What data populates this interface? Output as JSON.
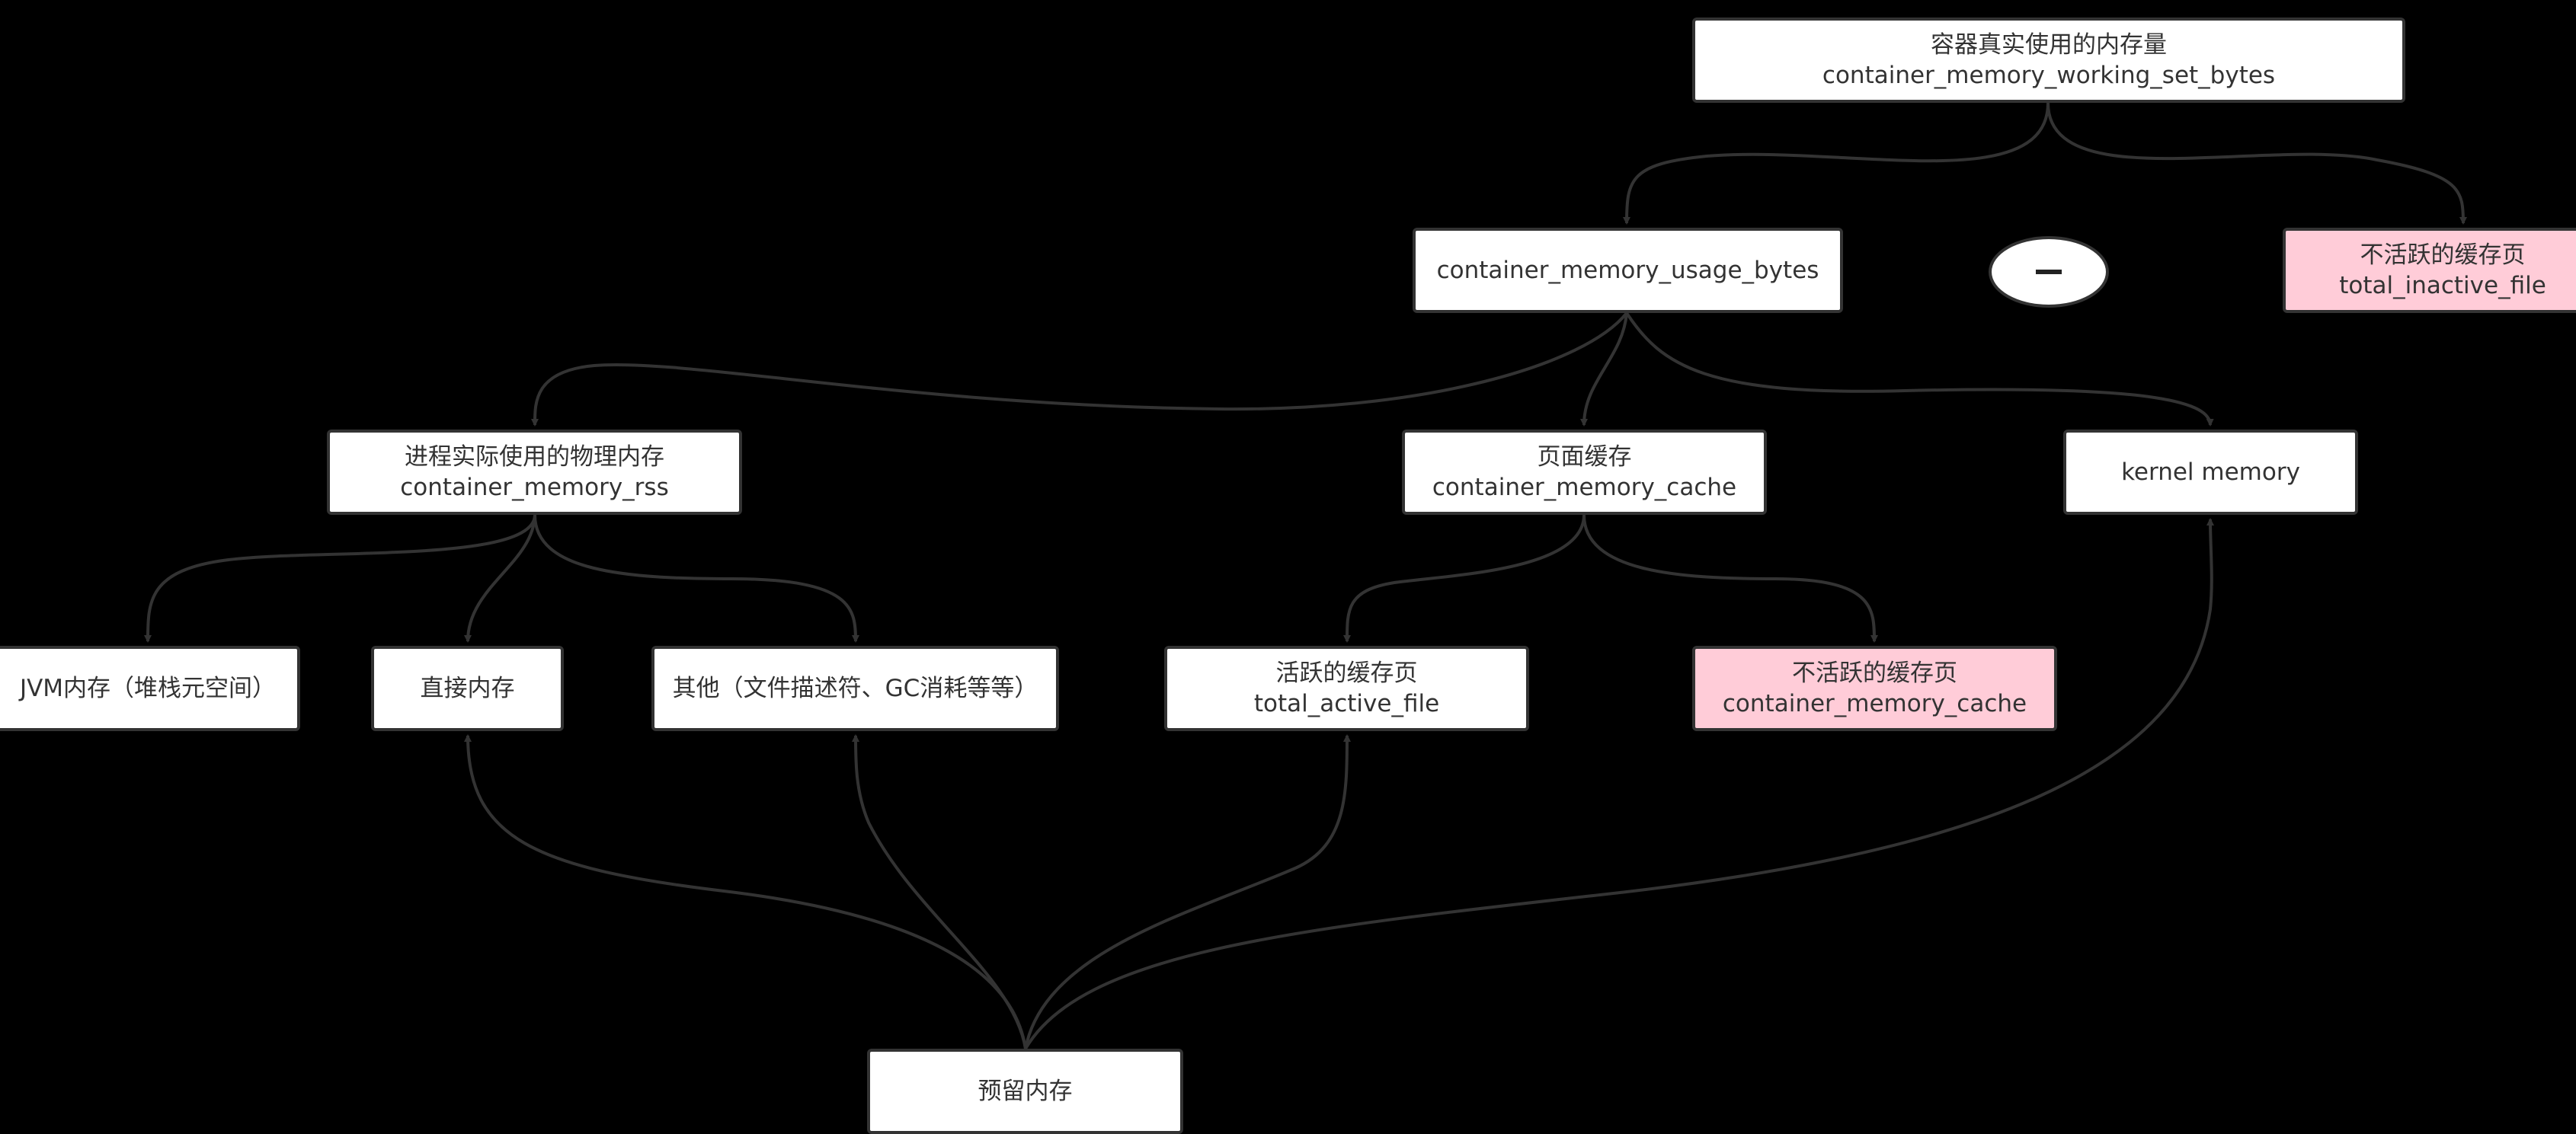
{
  "nodes": {
    "working_set": {
      "line1": "容器真实使用的内存量",
      "line2": "container_memory_working_set_bytes"
    },
    "usage": {
      "line1": "container_memory_usage_bytes"
    },
    "inactive_top": {
      "line1": "不活跃的缓存页",
      "line2": "total_inactive_file",
      "fill": "#ffccd8"
    },
    "rss": {
      "line1": "进程实际使用的物理内存",
      "line2": "container_memory_rss"
    },
    "cache": {
      "line1": "页面缓存",
      "line2": "container_memory_cache"
    },
    "kernel": {
      "line1": "kernel memory"
    },
    "jvm": {
      "line1": "JVM内存（堆栈元空间）"
    },
    "direct": {
      "line1": "直接内存"
    },
    "other": {
      "line1": "其他（文件描述符、GC消耗等等）"
    },
    "active": {
      "line1": "活跃的缓存页",
      "line2": "total_active_file"
    },
    "inactive_cache": {
      "line1": "不活跃的缓存页",
      "line2": "container_memory_cache",
      "fill": "#ffccd8"
    },
    "reserved": {
      "line1": "预留内存"
    }
  },
  "operator": {
    "symbol": "minus"
  },
  "edges": [
    {
      "from": "working_set",
      "to": "usage"
    },
    {
      "from": "working_set",
      "to": "inactive_top"
    },
    {
      "from": "usage",
      "to": "rss"
    },
    {
      "from": "usage",
      "to": "cache"
    },
    {
      "from": "usage",
      "to": "kernel"
    },
    {
      "from": "rss",
      "to": "jvm"
    },
    {
      "from": "rss",
      "to": "direct"
    },
    {
      "from": "rss",
      "to": "other"
    },
    {
      "from": "cache",
      "to": "active"
    },
    {
      "from": "cache",
      "to": "inactive_cache"
    },
    {
      "from": "reserved",
      "to": "direct"
    },
    {
      "from": "reserved",
      "to": "other"
    },
    {
      "from": "reserved",
      "to": "active"
    },
    {
      "from": "reserved",
      "to": "kernel"
    }
  ],
  "colors": {
    "background": "#000000",
    "node_fill": "#ffffff",
    "highlight_fill": "#ffccd8",
    "stroke": "#333333"
  }
}
